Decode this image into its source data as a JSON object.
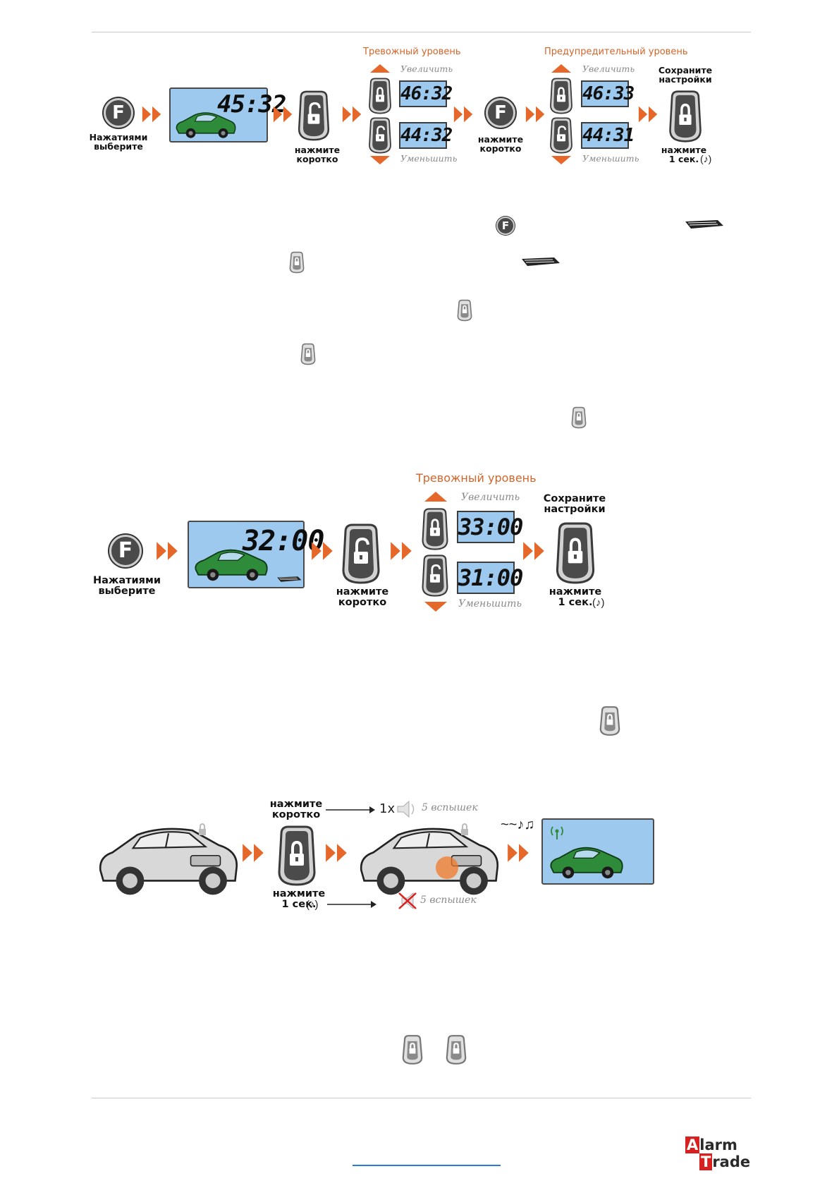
{
  "diagram1": {
    "f_label": "Нажатиями\nвыберите",
    "lcd_time": "45:32",
    "press_short_1": "нажмите\nкоротко",
    "alarm_level_title": "Тревожный уровень",
    "increase": "Увеличить",
    "decrease": "Уменьшить",
    "alarm_up_value": "46:32",
    "alarm_down_value": "44:32",
    "press_short_2": "нажмите\nкоротко",
    "warn_level_title": "Предупредительный уровень",
    "warn_up_value": "46:33",
    "warn_down_value": "44:31",
    "save_title": "Сохраните\nнастройки",
    "save_press": "нажмите\n1 сек."
  },
  "diagram2": {
    "f_label": "Нажатиями\nвыберите",
    "lcd_time": "32:00",
    "press_short": "нажмите\nкоротко",
    "alarm_level_title": "Тревожный уровень",
    "increase": "Увеличить",
    "decrease": "Уменьшить",
    "up_value": "33:00",
    "down_value": "31:00",
    "save_title": "Сохраните\nнастройки",
    "save_press": "нажмите\n1 сек."
  },
  "diagram3": {
    "press_short": "нажмите\nкоротко",
    "press_long": "нажмите\n1 сек.",
    "one_x": "1x",
    "flashes_1": "5 вспышек",
    "flashes_2": "5 вспышек"
  },
  "footer": {
    "brand_line1": "Alarm",
    "brand_line2": "Trade"
  },
  "colors": {
    "accent_orange": "#d4652a",
    "lcd_blue": "#9dc9ee",
    "car_green": "#2e8b3a",
    "brand_red": "#d92020"
  }
}
